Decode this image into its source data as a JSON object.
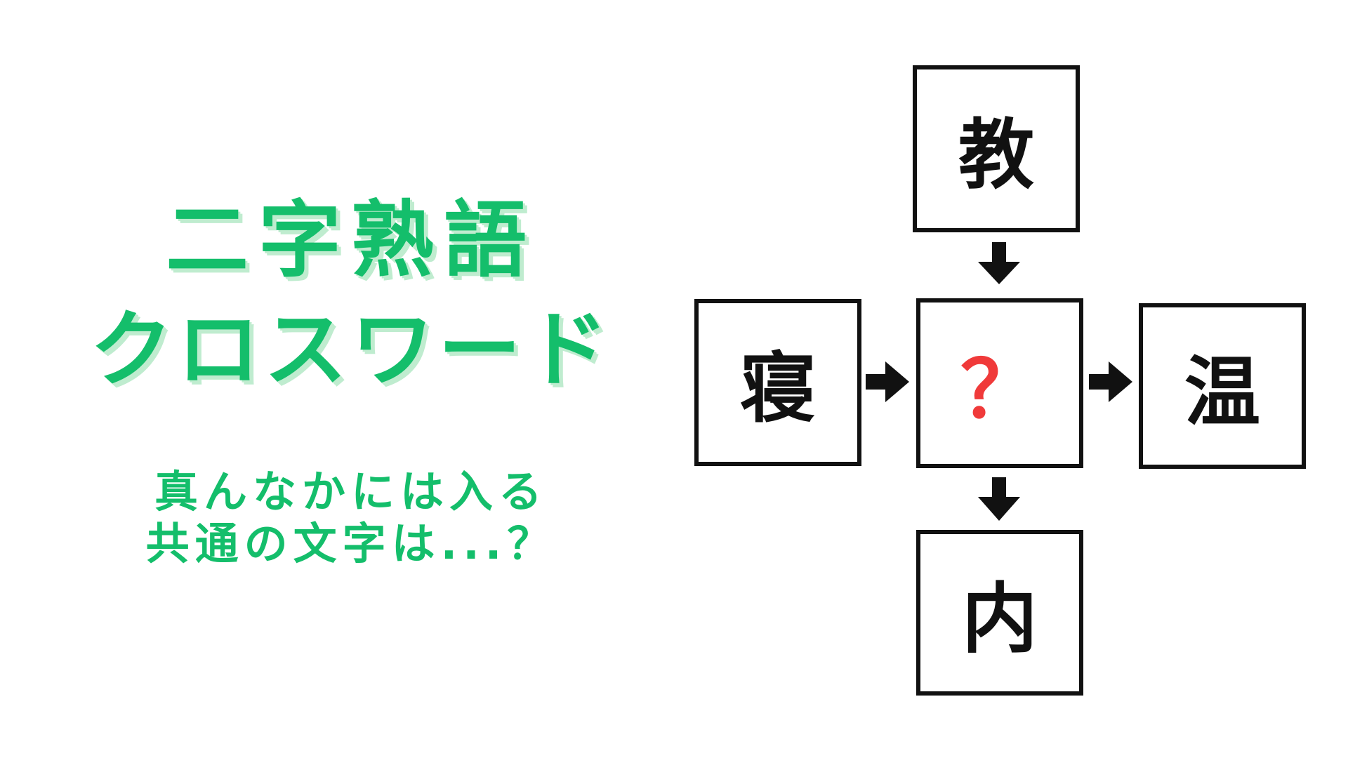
{
  "title": {
    "line1": "二字熟語",
    "line2": "クロスワード"
  },
  "subtitle": {
    "line1": "真んなかには入る",
    "line2": "共通の文字は...？"
  },
  "puzzle": {
    "top": "教",
    "left": "寝",
    "center": "？",
    "right": "温",
    "bottom": "内"
  },
  "colors": {
    "accent": "#14be6b",
    "question_mark": "#f03a3a",
    "border": "#111111"
  }
}
